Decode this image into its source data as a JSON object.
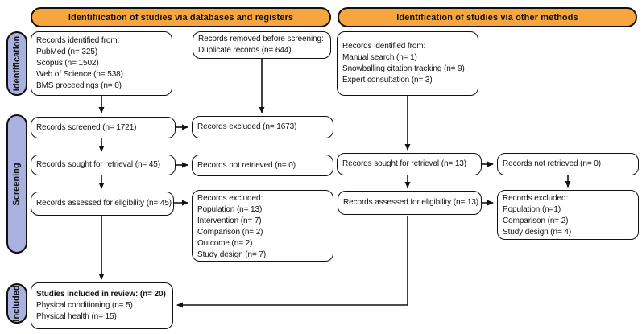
{
  "colors": {
    "header_fill": "#F6A63E",
    "stage_fill": "#A8B1E0",
    "box_fill": "#FFFFFF",
    "line_color": "#111111"
  },
  "headers": {
    "databases": "Identifiication of studies via databases and registers",
    "other": "Identification of studies via other methods"
  },
  "stages": {
    "identification": "Identification",
    "screening": "Screening",
    "included": "Included"
  },
  "boxes": {
    "db_identified": {
      "lines": [
        "Records identified from:",
        "PubMed (n= 325)",
        "Scopus (n= 1502)",
        "Web of Science (n= 538)",
        "BMS proceedings (n= 0)"
      ]
    },
    "removed_before_screening": {
      "lines": [
        "Records removed before screening:",
        "Duplicate records (n= 644)"
      ]
    },
    "other_identified": {
      "lines": [
        "Records identified from:",
        "Manual search (n= 1)",
        "Snowballing citation tracking (n= 9)",
        "Expert consultation (n= 3)"
      ]
    },
    "records_screened": {
      "text": "Records screened (n= 1721)"
    },
    "records_excluded_screening": {
      "text": "Records excluded (n= 1673)"
    },
    "sought_db": {
      "text": "Records sought for retrieval (n= 45)"
    },
    "not_retrieved_db": {
      "text": "Records not retrieved (n= 0)"
    },
    "sought_other": {
      "text": "Records sought for retrieval (n= 13)"
    },
    "not_retrieved_other": {
      "text": "Records not retrieved (n= 0)"
    },
    "assessed_db": {
      "text": "Records assessed for eligibility (n= 45)"
    },
    "excluded_db": {
      "lines": [
        "Records excluded:",
        "Population (n= 13)",
        "Intervention (n= 7)",
        "Comparison (n= 2)",
        "Outcome (n= 2)",
        "Study design (n= 7)"
      ]
    },
    "assessed_other": {
      "text": "Records assessed for eligibility (n= 13)"
    },
    "excluded_other": {
      "lines": [
        "Records excluded:",
        "Population (n=1)",
        "Comparison (n= 2)",
        "Study design (n= 4)"
      ]
    },
    "included": {
      "title": "Studies included in review: (n= 20)",
      "lines": [
        "Physical conditioning (n= 5)",
        "Physical health (n= 15)"
      ]
    }
  }
}
